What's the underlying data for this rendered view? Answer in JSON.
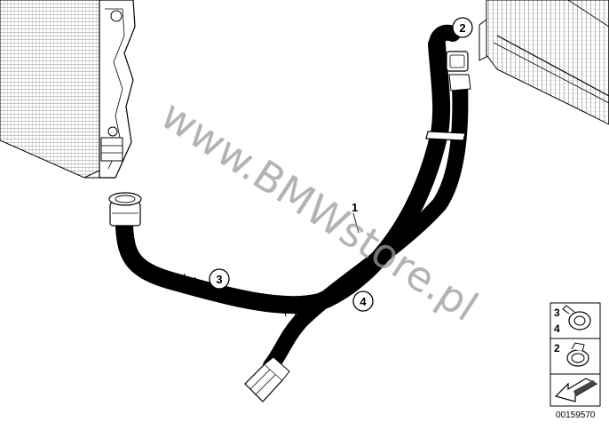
{
  "callouts": {
    "part_1": "1",
    "part_2": "2",
    "part_3": "3",
    "part_4": "4"
  },
  "legend": {
    "row1_top": "3",
    "row1_bottom": "4",
    "row2": "2"
  },
  "watermark": "www.BMWstore.pl",
  "drawing_number": "00159570",
  "icons": {
    "clamp": "hose-clamp-icon",
    "clip": "spring-clip-icon",
    "arrow": "arrow-icon"
  }
}
